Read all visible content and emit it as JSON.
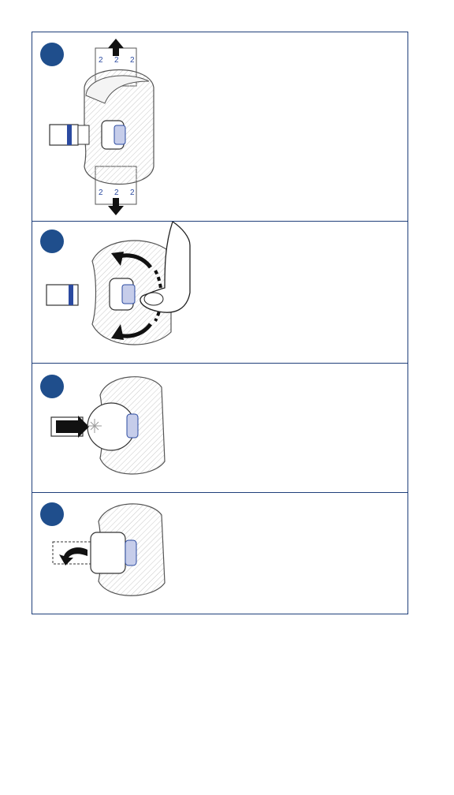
{
  "steps": [
    {
      "number": "",
      "illustration": "remove-backing-liners",
      "liner_marks": [
        "2",
        "2",
        "2",
        "2",
        "2",
        "2"
      ]
    },
    {
      "number": "",
      "illustration": "smooth-adhesive-around-sensor"
    },
    {
      "number": "",
      "illustration": "press-applicator-to-release"
    },
    {
      "number": "",
      "illustration": "remove-applicator"
    }
  ],
  "colors": {
    "frame": "#1f3f7a",
    "badge": "#1f4e8c",
    "accent": "#2b4aa0",
    "ink": "#1a1a1a"
  }
}
